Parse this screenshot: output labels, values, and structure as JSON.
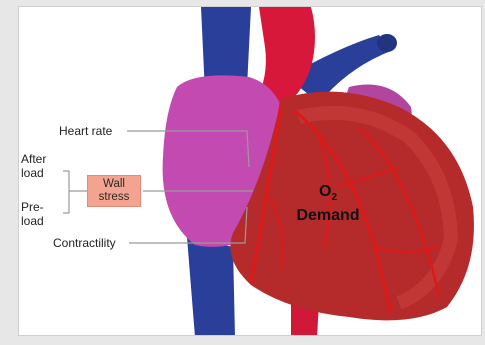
{
  "labels": {
    "heart_rate": "Heart rate",
    "after_load_line1": "After",
    "after_load_line2": "load",
    "pre_load_line1": "Pre-",
    "pre_load_line2": "load",
    "wall_stress_line1": "Wall",
    "wall_stress_line2": "stress",
    "contractility": "Contractility",
    "o2_symbol": "O",
    "o2_subscript": "2",
    "demand": "Demand"
  },
  "colors": {
    "myocardium": "#b52a2a",
    "atrium": "#c24ab0",
    "vein": "#2a3f9a",
    "aorta": "#d8183a",
    "vessel": "#e01818",
    "wall_stress_box": "#f3a38f"
  }
}
